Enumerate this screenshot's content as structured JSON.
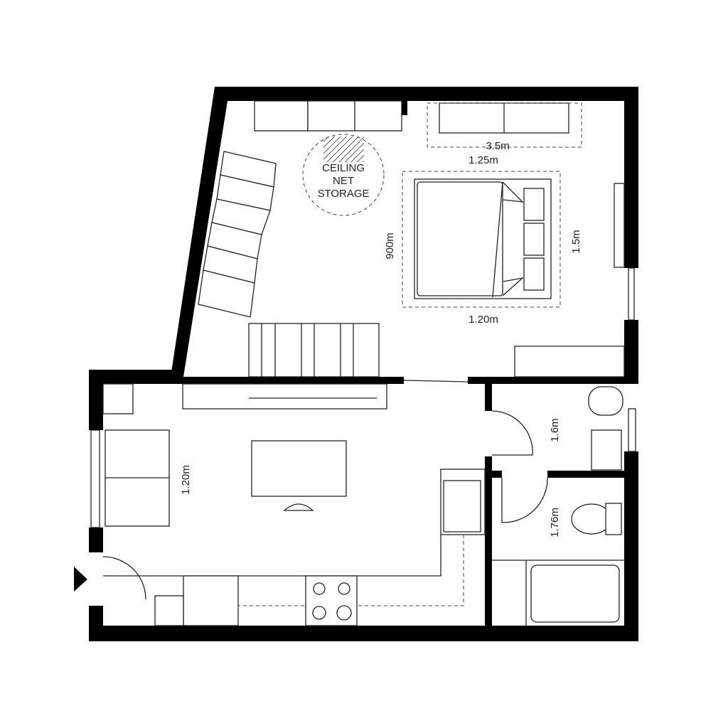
{
  "labels": {
    "wardrobe_width": "3.5m",
    "bed_top": "1.25m",
    "ceiling_storage": [
      "CEILING",
      "NET",
      "STORAGE"
    ],
    "bed_left": "900m",
    "bed_right": "1.5m",
    "bed_bottom": "1.20m",
    "bath_upper": "1.6m",
    "living_left": "1.20m",
    "bath_lower": "1.76m"
  },
  "icons": {
    "entrance": "triangle-arrow-icon"
  },
  "colors": {
    "wall": "#000000",
    "line": "#222222",
    "background": "#ffffff"
  }
}
